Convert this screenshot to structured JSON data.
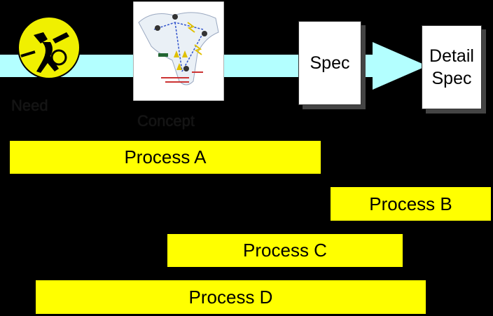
{
  "flow": {
    "need_label": "Need",
    "concept_label": "Concept",
    "spec_label": "Spec",
    "detail_spec_line1": "Detail",
    "detail_spec_line2": "Spec"
  },
  "processes": [
    {
      "label": "Process A"
    },
    {
      "label": "Process B"
    },
    {
      "label": "Process C"
    },
    {
      "label": "Process D"
    }
  ],
  "colors": {
    "arrow": "#b3ffff",
    "bar": "#ffff00",
    "background": "#000000"
  }
}
